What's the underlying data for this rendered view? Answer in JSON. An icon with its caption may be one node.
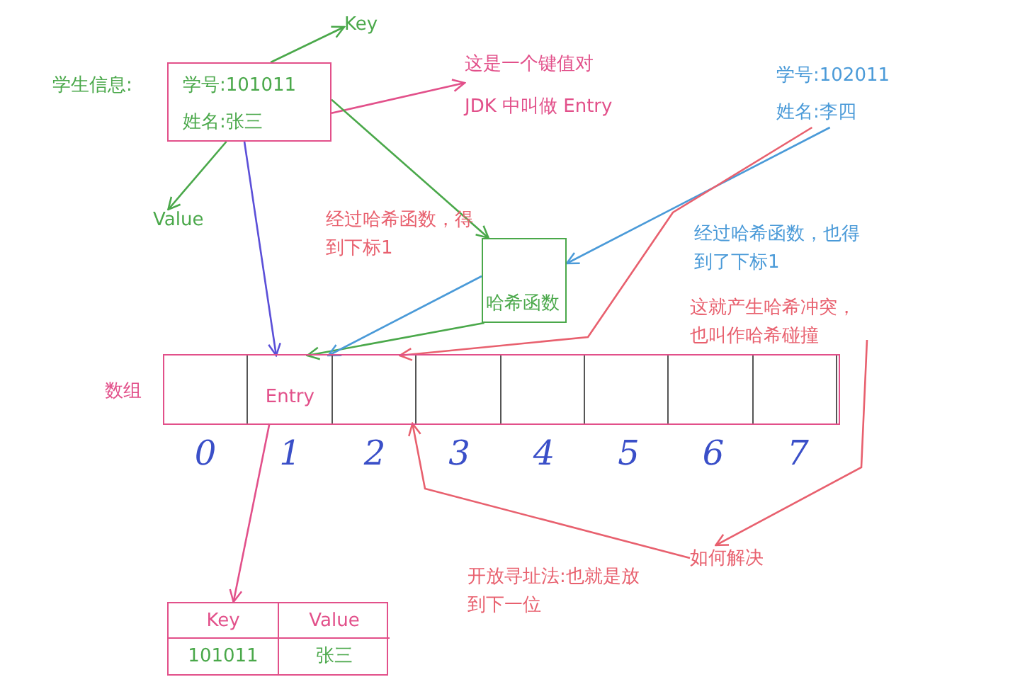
{
  "diagram": {
    "nodes": [
      {
        "text": [
          "学号:101011",
          "姓名:张三"
        ],
        "beside": [
          "学生信息:"
        ]
      },
      {
        "text": [
          "Key"
        ]
      },
      {
        "text": [
          "Value"
        ]
      },
      {
        "text": [
          "这是一个键值对",
          "JDK 中叫做 Entry"
        ]
      },
      {
        "text": [
          "哈希函数"
        ]
      },
      {
        "text": [
          "学号:102011",
          "姓名:李四"
        ]
      },
      {
        "text": [
          "数组"
        ]
      },
      {
        "text": [],
        "shape": "box",
        "in": 6
      },
      {
        "text": [
          "Entry"
        ],
        "in": 6
      },
      {
        "text": [],
        "shape": "box",
        "in": 6
      },
      {
        "text": [],
        "shape": "box",
        "in": 6
      },
      {
        "text": [],
        "shape": "box",
        "in": 6
      },
      {
        "text": [],
        "shape": "box",
        "in": 6
      },
      {
        "text": [],
        "shape": "box",
        "in": 6
      },
      {
        "text": [],
        "shape": "box",
        "in": 6
      },
      {
        "text": [
          "Key",
          "Value",
          "101011",
          "张三"
        ]
      },
      {
        "text": [
          "开放寻址法:也就是放到下一位"
        ]
      },
      {
        "text": [
          "如何解决"
        ]
      },
      {
        "text": [
          "这就产生哈希冲突，也叫作哈希碰撞"
        ]
      }
    ],
    "edges": [
      {
        "from": 0,
        "to": 1,
        "arrow": "to"
      },
      {
        "from": 0,
        "to": 2,
        "arrow": "to"
      },
      {
        "from": 0,
        "to": 3,
        "arrow": "to",
        "color": "#e2508a"
      },
      {
        "from": 0,
        "to": 4,
        "arrow": "to"
      },
      {
        "from": 0,
        "to": 8,
        "arrow": "to",
        "color": "#5b4fd8"
      },
      {
        "from": 4,
        "to": 8,
        "arrow": "to"
      },
      {
        "from": 5,
        "to": 4,
        "arrow": "to",
        "color": "#4a9ad8"
      },
      {
        "from": 4,
        "to": 8,
        "arrow": "to",
        "color": "#4a9ad8"
      },
      {
        "from": 5,
        "to": 9,
        "arrow": "to",
        "color": "#e8606e"
      },
      {
        "from": 17,
        "to": 9,
        "arrow": "to",
        "color": "#e8606e"
      },
      {
        "from": 18,
        "to": 17,
        "arrow": "to",
        "color": "#e8606e"
      },
      {
        "from": 8,
        "to": 15,
        "arrow": "to",
        "color": "#e2508a"
      }
    ],
    "labels": [
      "经过哈希函数，得到下标1",
      "经过哈希函数，也得到了下标1",
      "0",
      "1",
      "2",
      "3",
      "4",
      "5",
      "6",
      "7"
    ]
  }
}
